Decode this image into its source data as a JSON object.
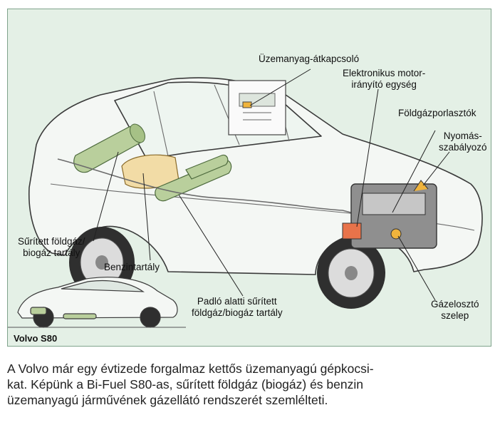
{
  "figure": {
    "model_name": "Volvo S80",
    "labels": {
      "fuel_switch": "Üzemanyag-átkapcsoló",
      "ecu_line1": "Elektronikus motor-",
      "ecu_line2": "irányító egység",
      "injectors": "Földgázporlasztók",
      "pressure_reg_line1": "Nyomás-",
      "pressure_reg_line2": "szabályozó",
      "tank_cng_line1": "Sűrített földgáz/",
      "tank_cng_line2": "biogáz tartály",
      "petrol_tank": "Benzintartály",
      "underfloor_line1": "Padló alatti sűrített",
      "underfloor_line2": "földgáz/biogáz tartály",
      "gas_valve_line1": "Gázelosztó",
      "gas_valve_line2": "szelep"
    },
    "colors": {
      "background": "#e4f0e6",
      "car_outline": "#3a3a3a",
      "gas_tank": "#b9cf9c",
      "petrol_tank": "#f2dca6",
      "ecu": "#e8734a",
      "valve": "#f0b43c"
    }
  },
  "caption": {
    "line1": "A Volvo már egy évtizede forgalmaz kettős üzemanyagú gépkocsi-",
    "line2": "kat. Képünk a Bi-Fuel S80-as, sűrített földgáz (biogáz) és benzin",
    "line3": "üzemanyagú járművének gázellátó rendszerét szemlélteti."
  }
}
